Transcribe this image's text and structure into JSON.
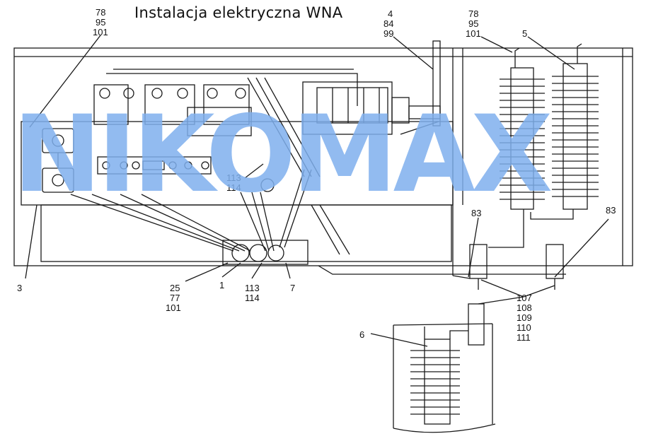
{
  "title": "Instalacja elektryczna WNA",
  "watermark": {
    "text": "NIKOMAX",
    "color": "#7fb0ee"
  },
  "callouts": {
    "c78_top_left": [
      "78",
      "95",
      "101"
    ],
    "c4_84_99": [
      "4",
      "84",
      "99"
    ],
    "c78_top_right": [
      "78",
      "95",
      "101"
    ],
    "c5": "5",
    "c3": "3",
    "c113_114_mid": [
      "113",
      "114"
    ],
    "c25_77_101": [
      "25",
      "77",
      "101"
    ],
    "c1": "1",
    "c113_114_bottom": [
      "113",
      "114"
    ],
    "c7": "7",
    "c83_left": "83",
    "c83_right": "83",
    "c107_111": [
      "107",
      "108",
      "109",
      "110",
      "111"
    ],
    "c6": "6"
  },
  "colors": {
    "line": "#1a1a1a",
    "background": "#ffffff"
  }
}
